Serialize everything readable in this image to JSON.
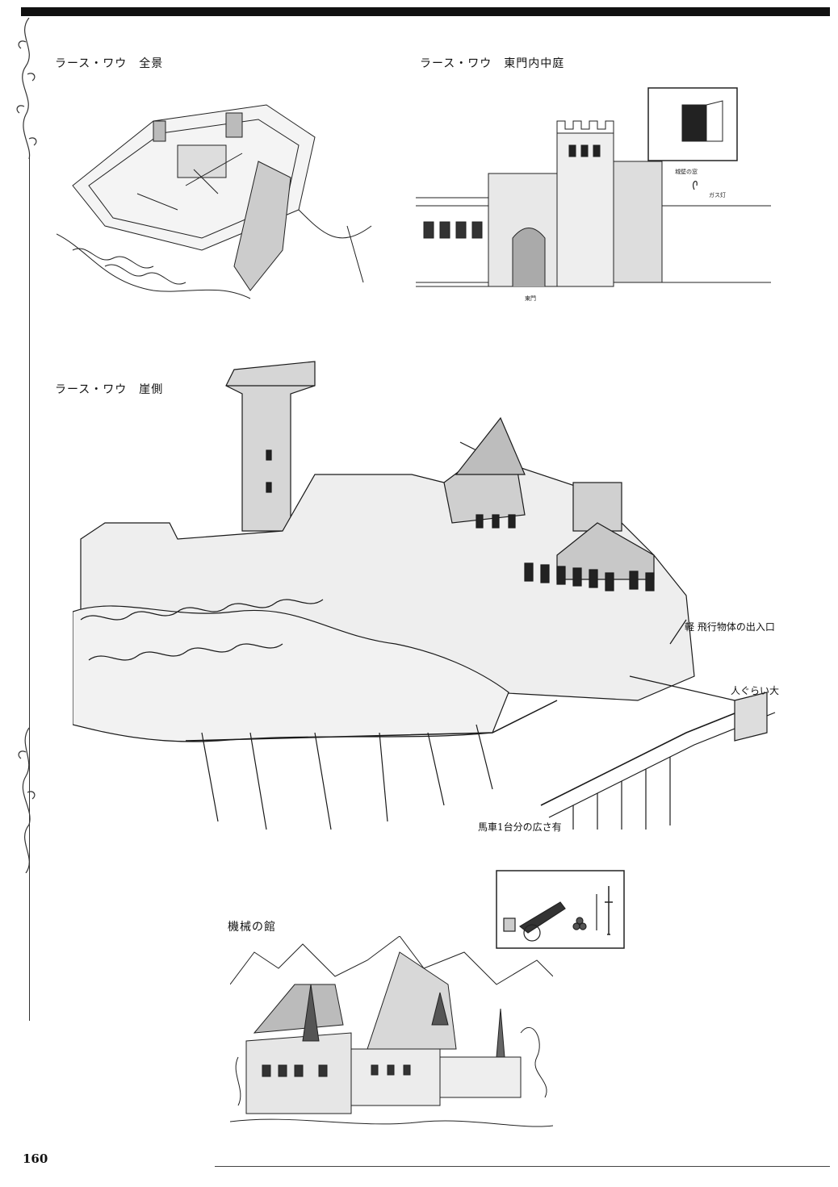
{
  "captions": {
    "panorama": "ラース・ワウ　全景",
    "east_gate": "ラース・ワウ　東門内中庭",
    "cliff_side": "ラース・ワウ　崖側",
    "machine_house": "機械の館"
  },
  "notes_cliff": {
    "aircraft_entrance": "軽 飛行物体の出入口",
    "person_size": "人ぐらい大",
    "carriage_width": "馬車1台分の広さ有"
  },
  "notes_gate": {
    "wall_window": "城壁の窓",
    "gas_lamp": "ガス灯",
    "east_gate": "東門"
  },
  "page_number": "160"
}
